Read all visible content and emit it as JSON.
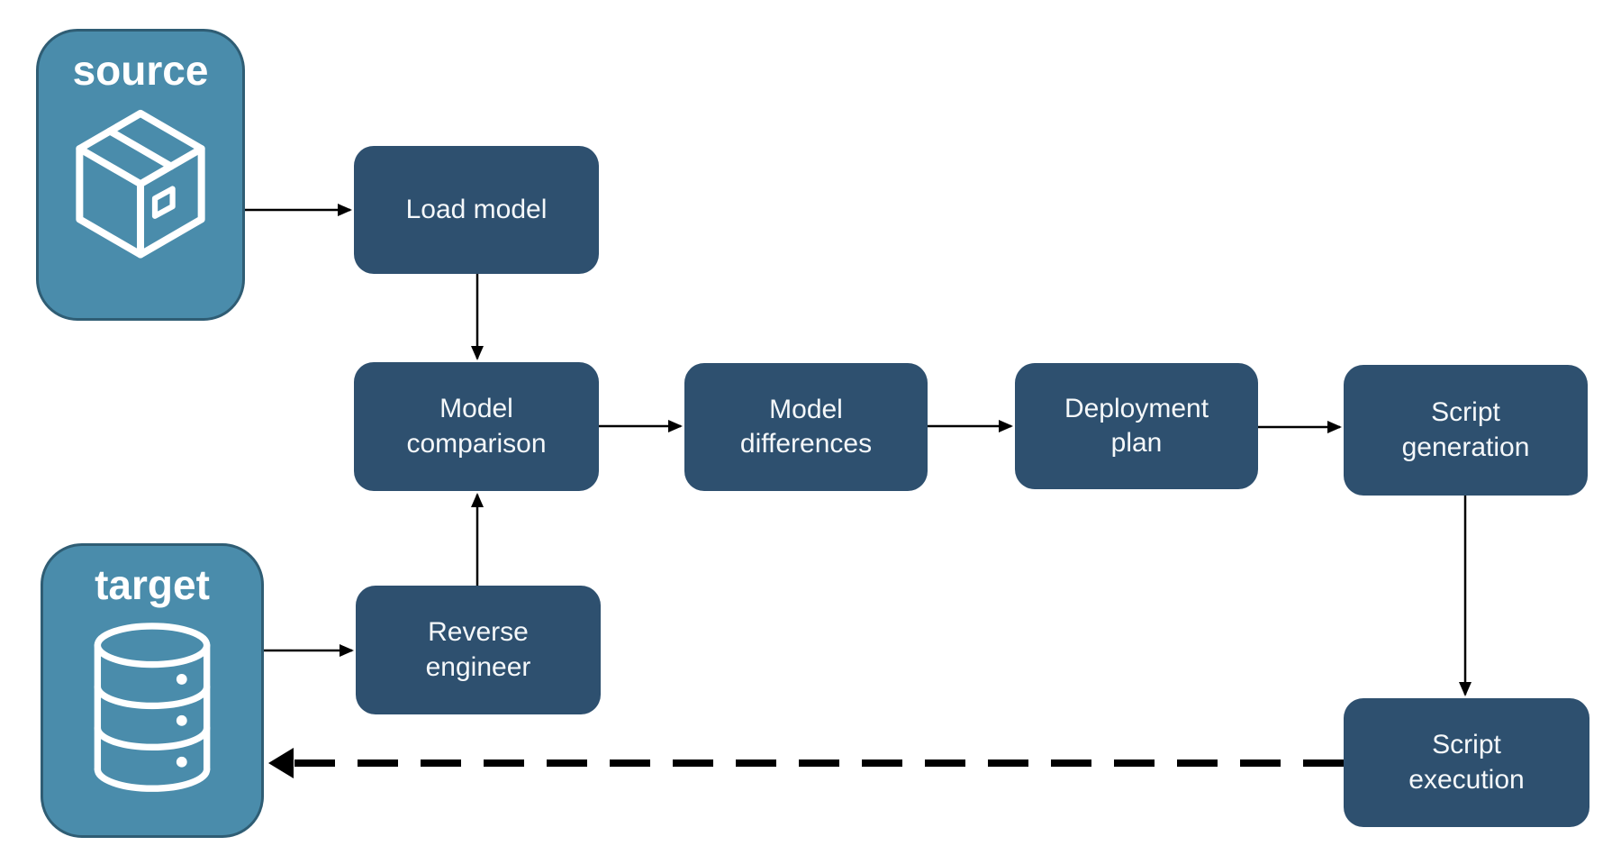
{
  "diagram": {
    "colors": {
      "background": "#FFFFFF",
      "process_fill": "#2E506F",
      "step_text": "#F5F8FA",
      "endpoint_fill": "#4A8CAB",
      "endpoint_border": "#2F5D74",
      "endpoint_text": "#FFFFFF",
      "arrow": "#000000",
      "icon_stroke": "#FFFFFF"
    },
    "endpoints": {
      "source": {
        "label": "source",
        "icon": "package-icon"
      },
      "target": {
        "label": "target",
        "icon": "database-icon"
      }
    },
    "steps": {
      "load_model": {
        "label": "Load model"
      },
      "model_comparison": {
        "label": "Model comparison"
      },
      "model_differences": {
        "label": "Model differences"
      },
      "deployment_plan": {
        "label": "Deployment plan"
      },
      "script_generation": {
        "label": "Script generation"
      },
      "reverse_engineer": {
        "label": "Reverse engineer"
      },
      "script_execution": {
        "label": "Script execution"
      }
    },
    "edges": [
      {
        "from": "source",
        "to": "load_model",
        "style": "solid"
      },
      {
        "from": "load_model",
        "to": "model_comparison",
        "style": "solid"
      },
      {
        "from": "model_comparison",
        "to": "model_differences",
        "style": "solid"
      },
      {
        "from": "model_differences",
        "to": "deployment_plan",
        "style": "solid"
      },
      {
        "from": "deployment_plan",
        "to": "script_generation",
        "style": "solid"
      },
      {
        "from": "script_generation",
        "to": "script_execution",
        "style": "solid"
      },
      {
        "from": "target",
        "to": "reverse_engineer",
        "style": "solid"
      },
      {
        "from": "reverse_engineer",
        "to": "model_comparison",
        "style": "solid"
      },
      {
        "from": "script_execution",
        "to": "target",
        "style": "dashed"
      }
    ]
  }
}
